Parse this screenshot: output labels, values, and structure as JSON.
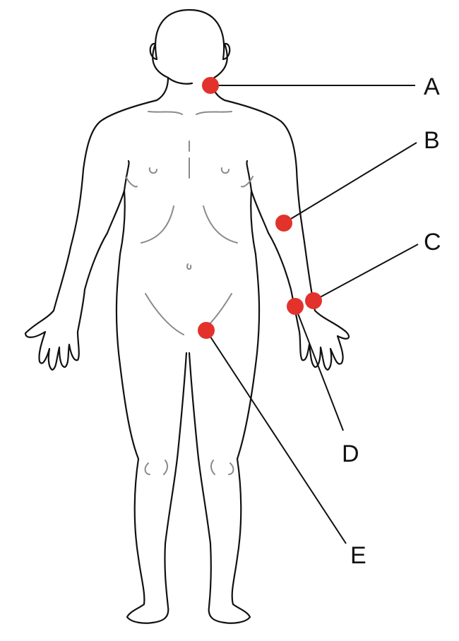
{
  "diagram": {
    "marker_color": "#e2322b",
    "line_color": "#111111",
    "detail_color": "#8a8a8a",
    "labels": {
      "a": "A",
      "b": "B",
      "c": "C",
      "d": "D",
      "e": "E"
    }
  }
}
